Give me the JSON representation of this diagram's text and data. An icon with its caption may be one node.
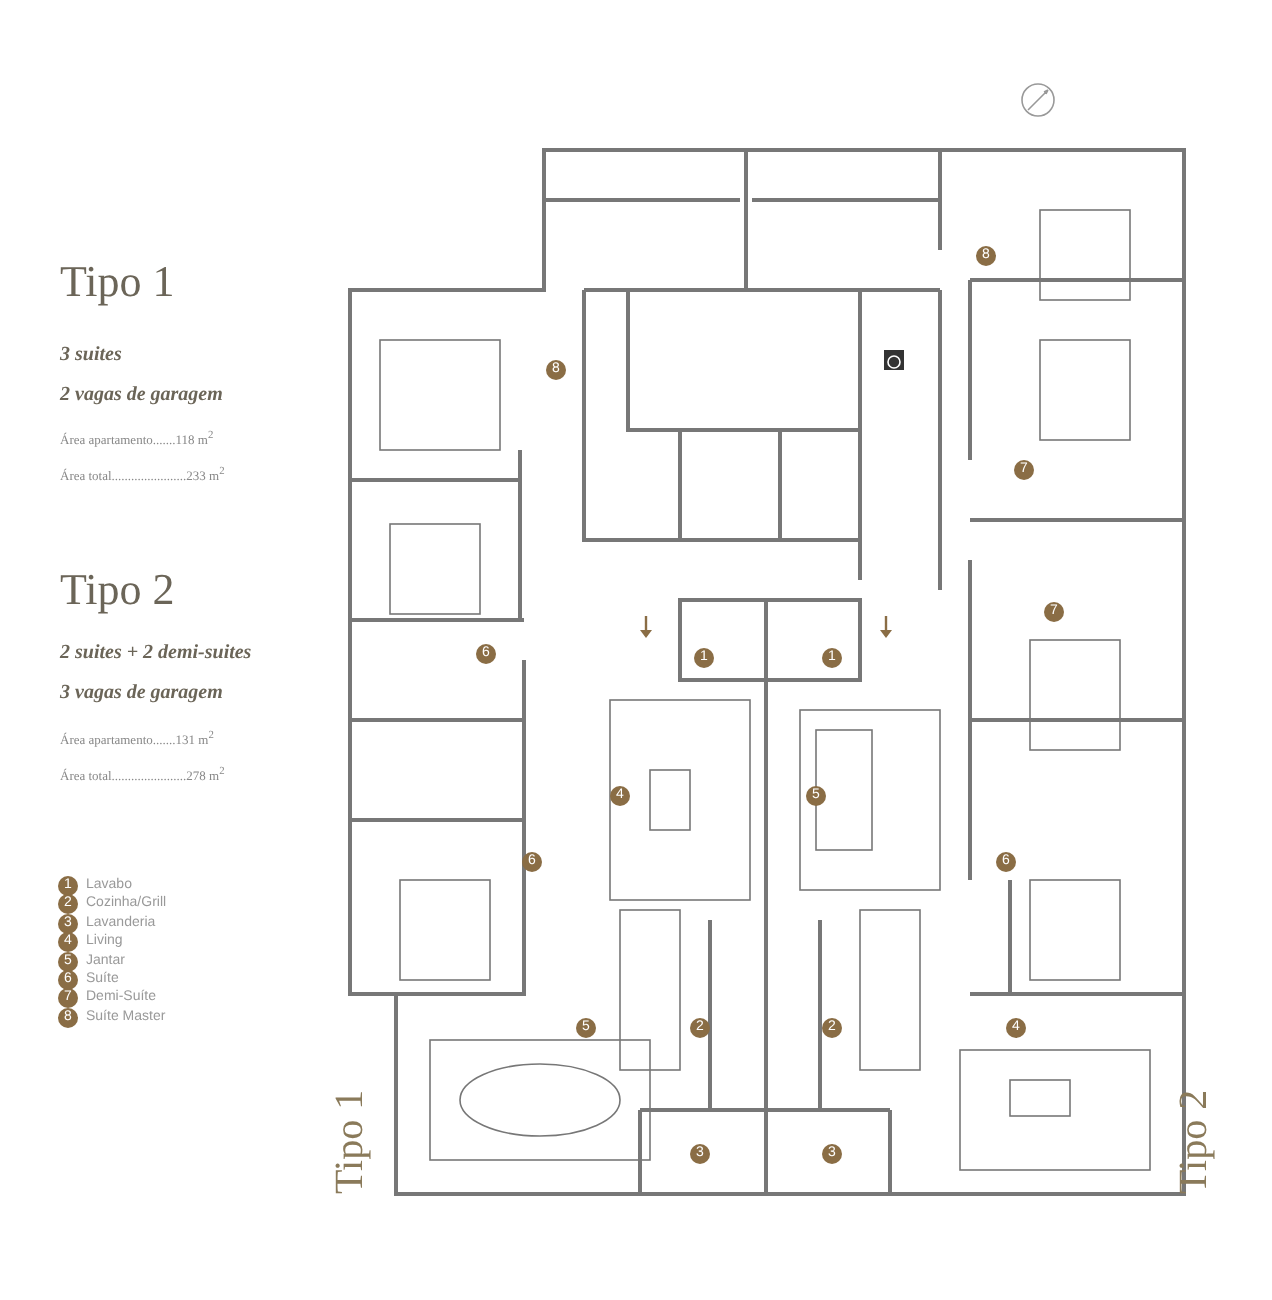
{
  "diagram": {
    "labels": [
      "Tipo 1",
      "3 suites",
      "2 vagas de garagem",
      "Área apartamento.......118 m$^{2}$",
      "Área total.......................233 m$^{2}$",
      "Tipo 2",
      "2 suites + 2 demi-suites",
      "3 vagas de garagem",
      "Área apartamento.......131 m$^{2}$",
      "Área total.......................278 m$^{2}$",
      "1",
      "2",
      "3",
      "4",
      "5",
      "6",
      "7",
      "8",
      "8",
      "8",
      "7",
      "7",
      "6",
      "1",
      "1",
      "4",
      "5",
      "6",
      "6",
      "5",
      "2",
      "2",
      "4",
      "3",
      "3",
      "Tipo 1",
      "Tipo 2"
    ],
    "legend": [
      {
        "text": "Lavabo"
      },
      {
        "text": "Cozinha/Grill"
      },
      {
        "text": "Lavanderia"
      },
      {
        "text": "Living"
      },
      {
        "text": "Jantar"
      },
      {
        "text": "Suíte"
      },
      {
        "text": "Demi-Suíte"
      },
      {
        "text": "Suíte Master"
      }
    ]
  }
}
